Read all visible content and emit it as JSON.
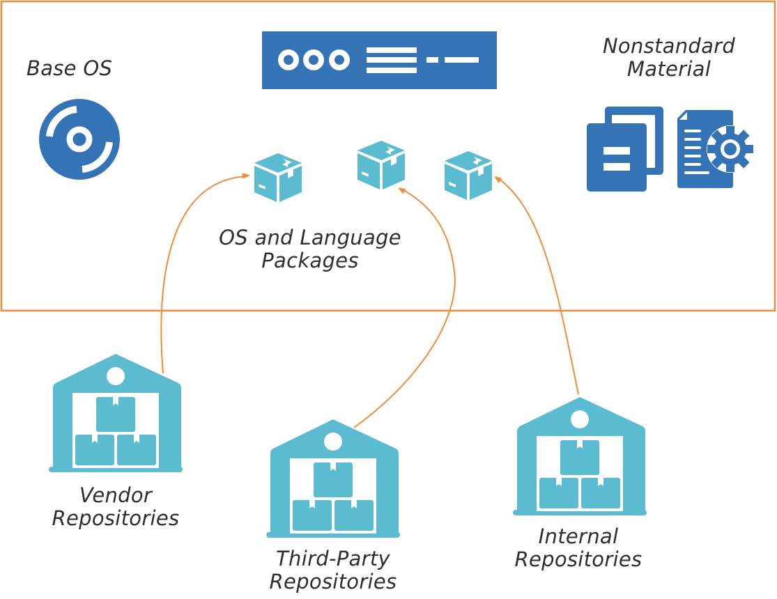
{
  "colors": {
    "border": "#F28C38",
    "arrow": "#F28C38",
    "primary_blue": "#3373B6",
    "package_teal": "#5BBBD0",
    "text": "#2E2E2E",
    "background": "#FFFFFF"
  },
  "container": {
    "name": "container-image",
    "sections": {
      "base_os": {
        "label": "Base OS",
        "icon": "disc-icon"
      },
      "nonstandard": {
        "label_line1": "Nonstandard",
        "label_line2": "Material",
        "icons": [
          "copy-documents-icon",
          "document-settings-icon"
        ]
      },
      "banner": {
        "icon": "container-header-icon"
      },
      "packages": {
        "label_line1": "OS and Language",
        "label_line2": "Packages",
        "icon": "package-box-icon",
        "count": 3
      }
    }
  },
  "repositories": [
    {
      "id": "vendor",
      "label_line1": "Vendor",
      "label_line2": "Repositories",
      "icon": "warehouse-icon",
      "target_package": 1
    },
    {
      "id": "third-party",
      "label_line1": "Third-Party",
      "label_line2": "Repositories",
      "icon": "warehouse-icon",
      "target_package": 2
    },
    {
      "id": "internal",
      "label_line1": "Internal",
      "label_line2": "Repositories",
      "icon": "warehouse-icon",
      "target_package": 3
    }
  ]
}
